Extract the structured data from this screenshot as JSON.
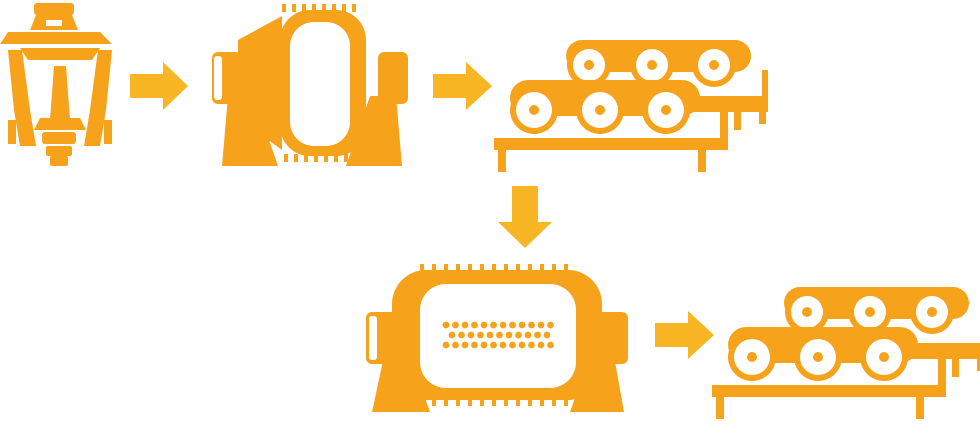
{
  "colors": {
    "primary": "#F7A21B",
    "arrow": "#F9B624",
    "background": "#FFFFFF",
    "detail": "#FFFFFF"
  },
  "flow": {
    "steps": [
      {
        "id": "crusher",
        "icon": "cone-crusher-icon"
      },
      {
        "id": "rod-mill",
        "icon": "rod-mill-icon"
      },
      {
        "id": "screen-a",
        "icon": "vibrating-screen-icon"
      },
      {
        "id": "ball-mill",
        "icon": "ball-mill-icon"
      },
      {
        "id": "screen-b",
        "icon": "vibrating-screen-icon"
      }
    ],
    "arrows": [
      {
        "id": "arrow-1",
        "icon": "arrow-right-icon",
        "from": "crusher",
        "to": "rod-mill"
      },
      {
        "id": "arrow-2",
        "icon": "arrow-right-icon",
        "from": "rod-mill",
        "to": "screen-a"
      },
      {
        "id": "arrow-3",
        "icon": "arrow-down-icon",
        "from": "screen-a",
        "to": "ball-mill"
      },
      {
        "id": "arrow-4",
        "icon": "arrow-right-icon",
        "from": "ball-mill",
        "to": "screen-b"
      }
    ]
  }
}
